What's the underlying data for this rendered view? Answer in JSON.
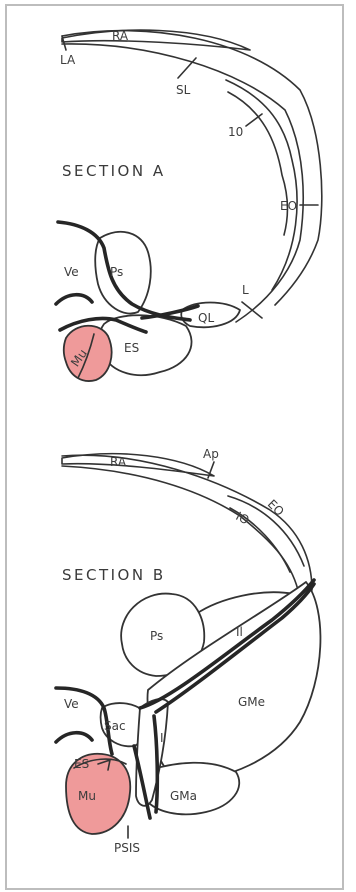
{
  "border_color": "#bdbdbd",
  "highlight_color": "#ef9a9a",
  "section_a": {
    "heading": "SECTION A",
    "labels": {
      "ra": "RA",
      "la": "LA",
      "sl": "SL",
      "io": "10",
      "eo": "EO",
      "l": "L",
      "ql": "QL",
      "ve": "Ve",
      "ps": "Ps",
      "es": "ES",
      "mu": "Mu"
    }
  },
  "section_b": {
    "heading": "SECTION B",
    "labels": {
      "ra": "RA",
      "ap": "Ap",
      "io": "IO",
      "eo": "EO",
      "ps": "Ps",
      "il": "Il",
      "ve": "Ve",
      "sac": "Sac",
      "i": "I",
      "gme": "GMe",
      "es": "ES",
      "mu": "Mu",
      "gma": "GMa",
      "psis": "PSIS"
    }
  }
}
